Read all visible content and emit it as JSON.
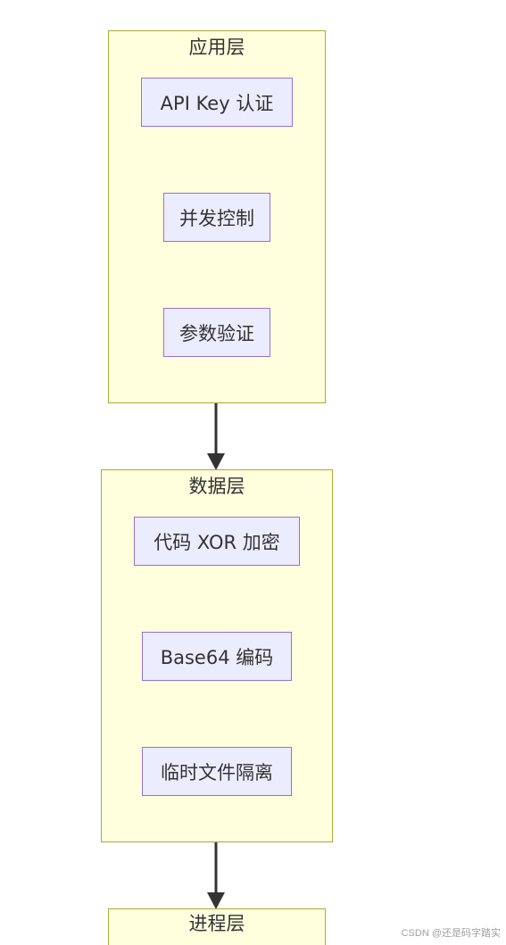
{
  "clusters": [
    {
      "title": "应用层",
      "nodes": [
        "API Key 认证",
        "并发控制",
        "参数验证"
      ]
    },
    {
      "title": "数据层",
      "nodes": [
        "代码 XOR 加密",
        "Base64 编码",
        "临时文件隔离"
      ]
    },
    {
      "title": "进程层",
      "nodes": []
    }
  ],
  "watermark": "CSDN @还是码字踏实",
  "colors": {
    "cluster_fill": "#ffffde",
    "cluster_border": "#aaaa33",
    "node_fill": "#ececff",
    "node_border": "#9370db",
    "arrow": "#333333"
  }
}
